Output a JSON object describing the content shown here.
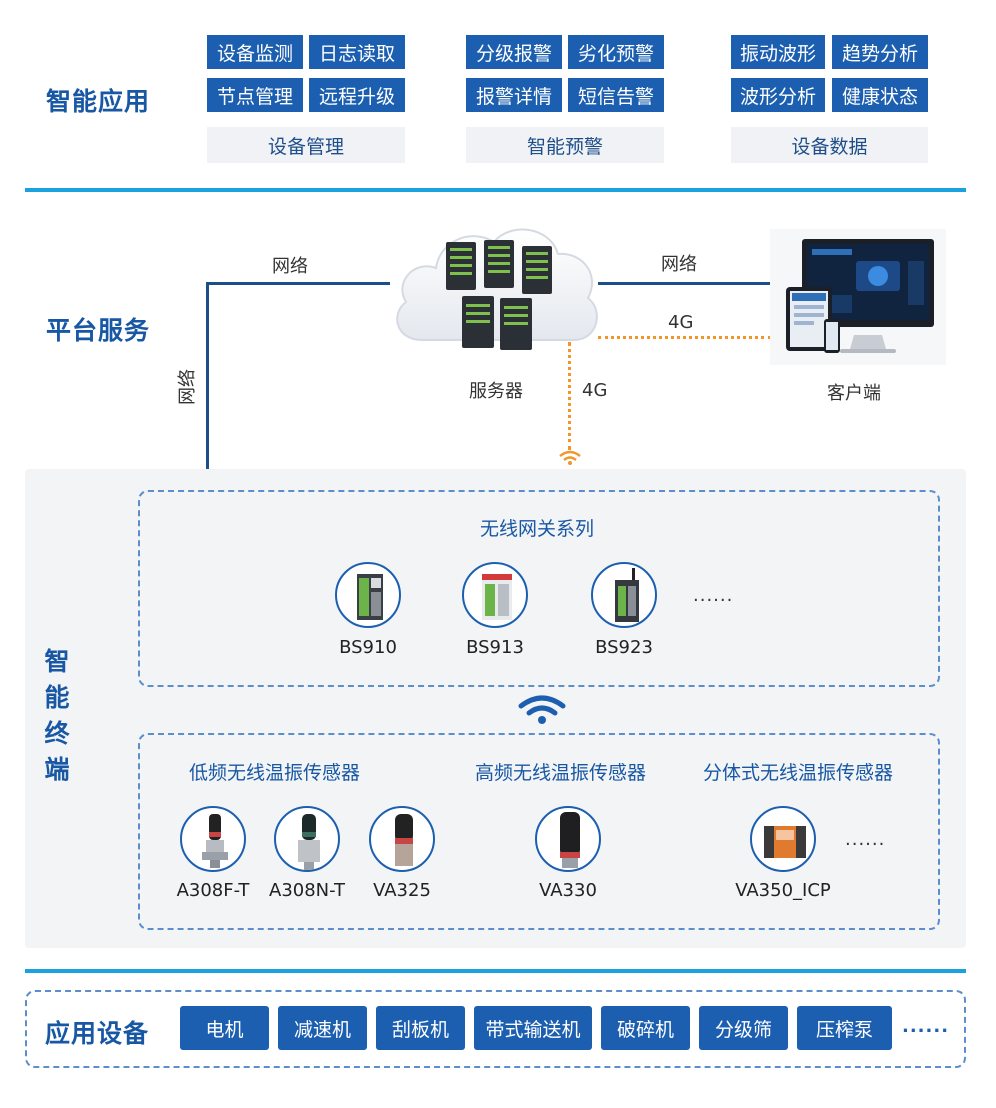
{
  "sections": {
    "smart_app": "智能应用",
    "platform": "平台服务",
    "terminal_chars": [
      "智",
      "能",
      "终",
      "端"
    ],
    "equipment": "应用设备"
  },
  "smart_app": {
    "groups": [
      {
        "buttons": [
          "设备监测",
          "日志读取",
          "节点管理",
          "远程升级"
        ],
        "label": "设备管理"
      },
      {
        "buttons": [
          "分级报警",
          "劣化预警",
          "报警详情",
          "短信告警"
        ],
        "label": "智能预警"
      },
      {
        "buttons": [
          "振动波形",
          "趋势分析",
          "波形分析",
          "健康状态"
        ],
        "label": "设备数据"
      }
    ]
  },
  "platform": {
    "network_top_left": "网络",
    "network_vertical": "网络",
    "network_top_right": "网络",
    "link_4g_right": "4G",
    "link_4g_down": "4G",
    "server_label": "服务器",
    "client_label": "客户端"
  },
  "gateways": {
    "title": "无线网关系列",
    "items": [
      "BS910",
      "BS913",
      "BS923"
    ],
    "more": "......"
  },
  "sensors": {
    "groups": [
      {
        "title": "低频无线温振传感器",
        "items": [
          "A308F-T",
          "A308N-T",
          "VA325"
        ]
      },
      {
        "title": "高频无线温振传感器",
        "items": [
          "VA330"
        ]
      },
      {
        "title": "分体式无线温振传感器",
        "items": [
          "VA350_ICP"
        ]
      }
    ],
    "more": "......"
  },
  "equipment": {
    "items": [
      "电机",
      "减速机",
      "刮板机",
      "带式输送机",
      "破碎机",
      "分级筛",
      "压榨泵"
    ],
    "more": "......"
  },
  "colors": {
    "brand_blue": "#1c5fb0",
    "title_blue": "#1857a4",
    "accent_cyan": "#1ba1de",
    "link_orange": "#f0962b",
    "panel_grey": "#f3f4f6"
  }
}
